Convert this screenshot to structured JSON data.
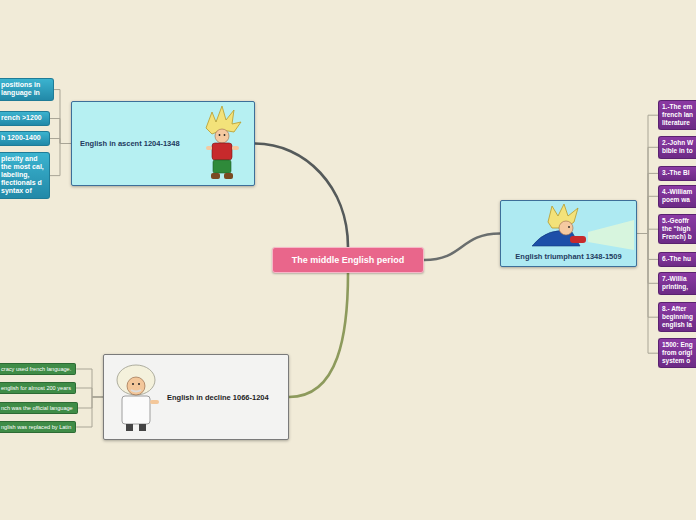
{
  "diagram": {
    "nodes": [
      {
        "text": [
          "The middle English period"
        ]
      },
      {
        "text": [
          "English in ascent 1204-1348"
        ]
      },
      {
        "text": [
          "positions in language in"
        ]
      },
      {
        "text": [
          "rench >1200"
        ]
      },
      {
        "text": [
          "h 1200-1400"
        ]
      },
      {
        "text": [
          "plexity and the most cal, labeling, flectionals d syntax of"
        ]
      },
      {
        "text": [
          "English in decline 1066-1204"
        ]
      },
      {
        "text": [
          "cracy used french language."
        ]
      },
      {
        "text": [
          "english for almost 200 years"
        ]
      },
      {
        "text": [
          "nch was the official language"
        ]
      },
      {
        "text": [
          "nglish was replaced by Latin"
        ]
      },
      {
        "text": [
          "English triumphant 1348-1509"
        ]
      },
      {
        "text": [
          "1.-The em french lan literature"
        ]
      },
      {
        "text": [
          "2.-John W bible in to"
        ]
      },
      {
        "text": [
          "3.-The Bl"
        ]
      },
      {
        "text": [
          "4.-William poem wa"
        ]
      },
      {
        "text": [
          "5.-Geoffr the “high French) b"
        ]
      },
      {
        "text": [
          "6.-The hu"
        ]
      },
      {
        "text": [
          "7.-Willia printing,"
        ]
      },
      {
        "text": [
          "8.- After beginning english la"
        ]
      },
      {
        "text": [
          "1500: Eng from origi system o"
        ]
      }
    ],
    "edges": [
      {
        "from": 0,
        "to": 1,
        "arrow": "none"
      },
      {
        "from": 0,
        "to": 6,
        "arrow": "none"
      },
      {
        "from": 0,
        "to": 11,
        "arrow": "none"
      },
      {
        "from": 1,
        "to": 2,
        "arrow": "none"
      },
      {
        "from": 1,
        "to": 3,
        "arrow": "none"
      },
      {
        "from": 1,
        "to": 4,
        "arrow": "none"
      },
      {
        "from": 1,
        "to": 5,
        "arrow": "none"
      },
      {
        "from": 6,
        "to": 7,
        "arrow": "none"
      },
      {
        "from": 6,
        "to": 8,
        "arrow": "none"
      },
      {
        "from": 6,
        "to": 9,
        "arrow": "none"
      },
      {
        "from": 6,
        "to": 10,
        "arrow": "none"
      },
      {
        "from": 11,
        "to": 12,
        "arrow": "none"
      },
      {
        "from": 11,
        "to": 13,
        "arrow": "none"
      },
      {
        "from": 11,
        "to": 14,
        "arrow": "none"
      },
      {
        "from": 11,
        "to": 15,
        "arrow": "none"
      },
      {
        "from": 11,
        "to": 16,
        "arrow": "none"
      },
      {
        "from": 11,
        "to": 17,
        "arrow": "none"
      },
      {
        "from": 11,
        "to": 18,
        "arrow": "none"
      },
      {
        "from": 11,
        "to": 19,
        "arrow": "none"
      },
      {
        "from": 11,
        "to": 20,
        "arrow": "none"
      }
    ]
  }
}
